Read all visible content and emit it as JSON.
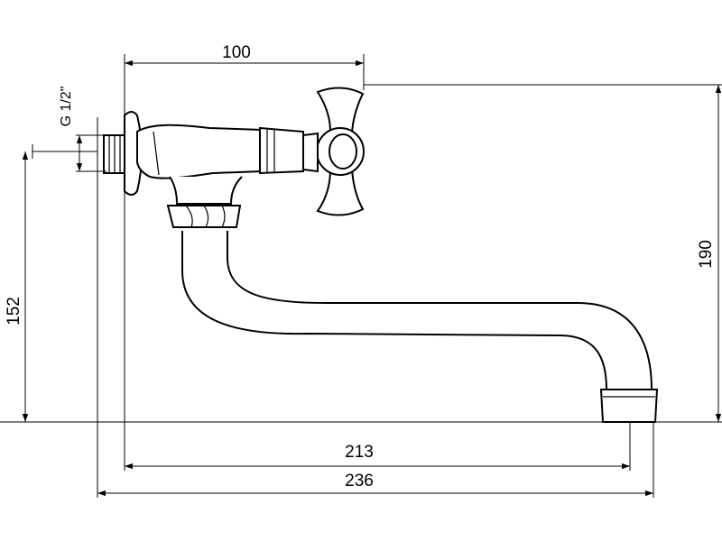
{
  "dimensions": {
    "handle_offset": "100",
    "thread_size": "G 1/2\"",
    "total_height": "190",
    "spout_height": "152",
    "spout_reach": "213",
    "total_length": "236"
  },
  "colors": {
    "line": "#000000",
    "background": "#ffffff"
  }
}
